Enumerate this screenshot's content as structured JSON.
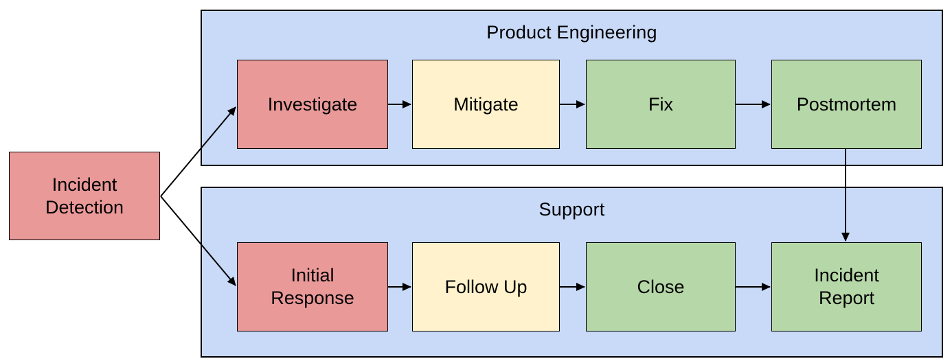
{
  "diagram": {
    "type": "flowchart-swimlanes",
    "lanes": [
      {
        "id": "product-engineering",
        "title": "Product Engineering"
      },
      {
        "id": "support",
        "title": "Support"
      }
    ],
    "nodes": {
      "incident_detection": {
        "label": "Incident\nDetection",
        "color": "#ea9999",
        "lane": "none"
      },
      "investigate": {
        "label": "Investigate",
        "color": "#ea9999",
        "lane": "Product Engineering"
      },
      "mitigate": {
        "label": "Mitigate",
        "color": "#fff2cc",
        "lane": "Product Engineering"
      },
      "fix": {
        "label": "Fix",
        "color": "#b6d7a8",
        "lane": "Product Engineering"
      },
      "postmortem": {
        "label": "Postmortem",
        "color": "#b6d7a8",
        "lane": "Product Engineering"
      },
      "initial_response": {
        "label": "Initial\nResponse",
        "color": "#ea9999",
        "lane": "Support"
      },
      "follow_up": {
        "label": "Follow Up",
        "color": "#fff2cc",
        "lane": "Support"
      },
      "close": {
        "label": "Close",
        "color": "#b6d7a8",
        "lane": "Support"
      },
      "incident_report": {
        "label": "Incident\nReport",
        "color": "#b6d7a8",
        "lane": "Support"
      }
    },
    "edges": [
      {
        "from": "Incident Detection",
        "to": "Investigate"
      },
      {
        "from": "Incident Detection",
        "to": "Initial Response"
      },
      {
        "from": "Investigate",
        "to": "Mitigate"
      },
      {
        "from": "Mitigate",
        "to": "Fix"
      },
      {
        "from": "Fix",
        "to": "Postmortem"
      },
      {
        "from": "Postmortem",
        "to": "Incident Report"
      },
      {
        "from": "Initial Response",
        "to": "Follow Up"
      },
      {
        "from": "Follow Up",
        "to": "Close"
      },
      {
        "from": "Close",
        "to": "Incident Report"
      }
    ],
    "colors": {
      "lane_background": "#c9daf8",
      "node_red": "#ea9999",
      "node_yellow": "#fff2cc",
      "node_green": "#b6d7a8",
      "border": "#000000",
      "arrow": "#000000",
      "page_background": "#ffffff"
    }
  }
}
